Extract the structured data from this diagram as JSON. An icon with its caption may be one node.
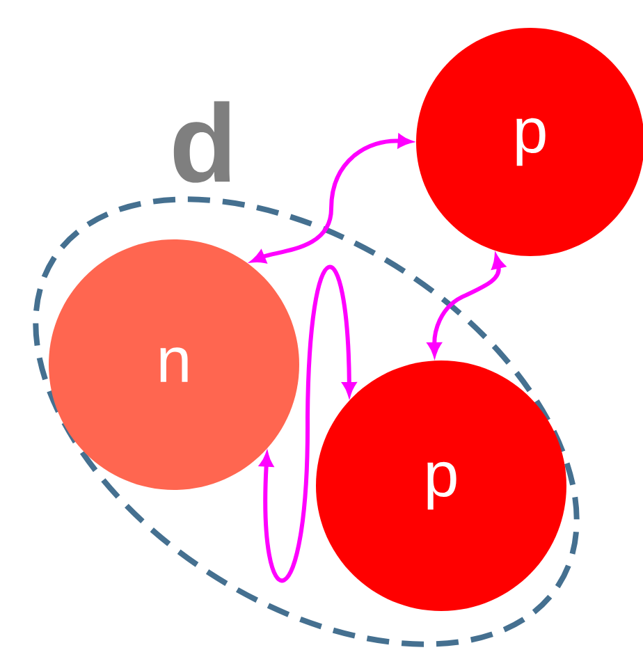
{
  "diagram": {
    "nodes": [
      {
        "text": [
          "p"
        ]
      },
      {
        "text": [],
        "shape": "ellipse"
      },
      {
        "text": [
          "n"
        ],
        "in": 1
      },
      {
        "text": [
          "p"
        ],
        "in": 1
      }
    ],
    "edges": [
      {
        "from": 0,
        "to": 2,
        "arrow": "both"
      },
      {
        "from": 0,
        "to": 3,
        "arrow": "both"
      },
      {
        "from": 2,
        "to": 3,
        "arrow": "both"
      }
    ],
    "labels": [
      "d"
    ]
  }
}
